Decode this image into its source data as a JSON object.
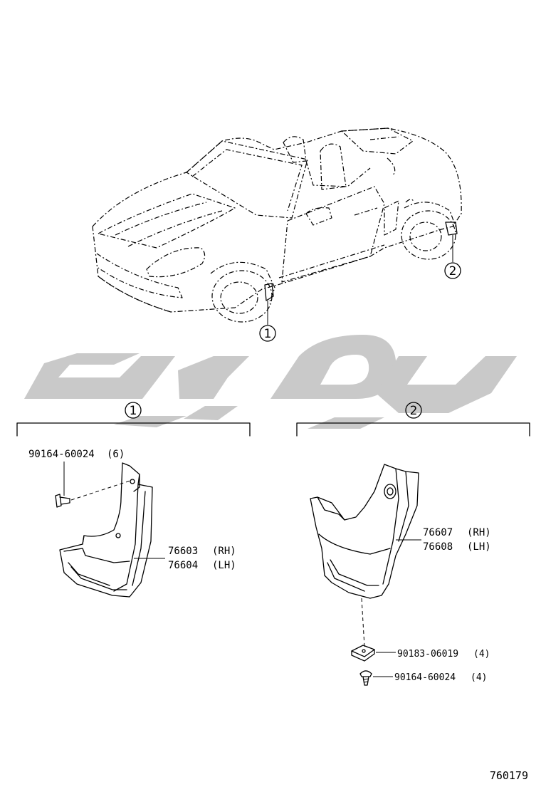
{
  "diagram_id": "760179",
  "callouts": {
    "front": "1",
    "rear": "2"
  },
  "groups": [
    {
      "callout": "1",
      "parts": [
        {
          "number": "90164-60024",
          "qty": "(6)"
        },
        {
          "number": "76603",
          "side": "(RH)"
        },
        {
          "number": "76604",
          "side": "(LH)"
        }
      ]
    },
    {
      "callout": "2",
      "parts": [
        {
          "number": "76607",
          "side": "(RH)"
        },
        {
          "number": "76608",
          "side": "(LH)"
        },
        {
          "number": "90183-06019",
          "qty": "(4)"
        },
        {
          "number": "90164-60024",
          "qty": "(4)"
        }
      ]
    }
  ],
  "colors": {
    "line": "#000000",
    "watermark": "#c9c9c9",
    "background": "#ffffff"
  }
}
